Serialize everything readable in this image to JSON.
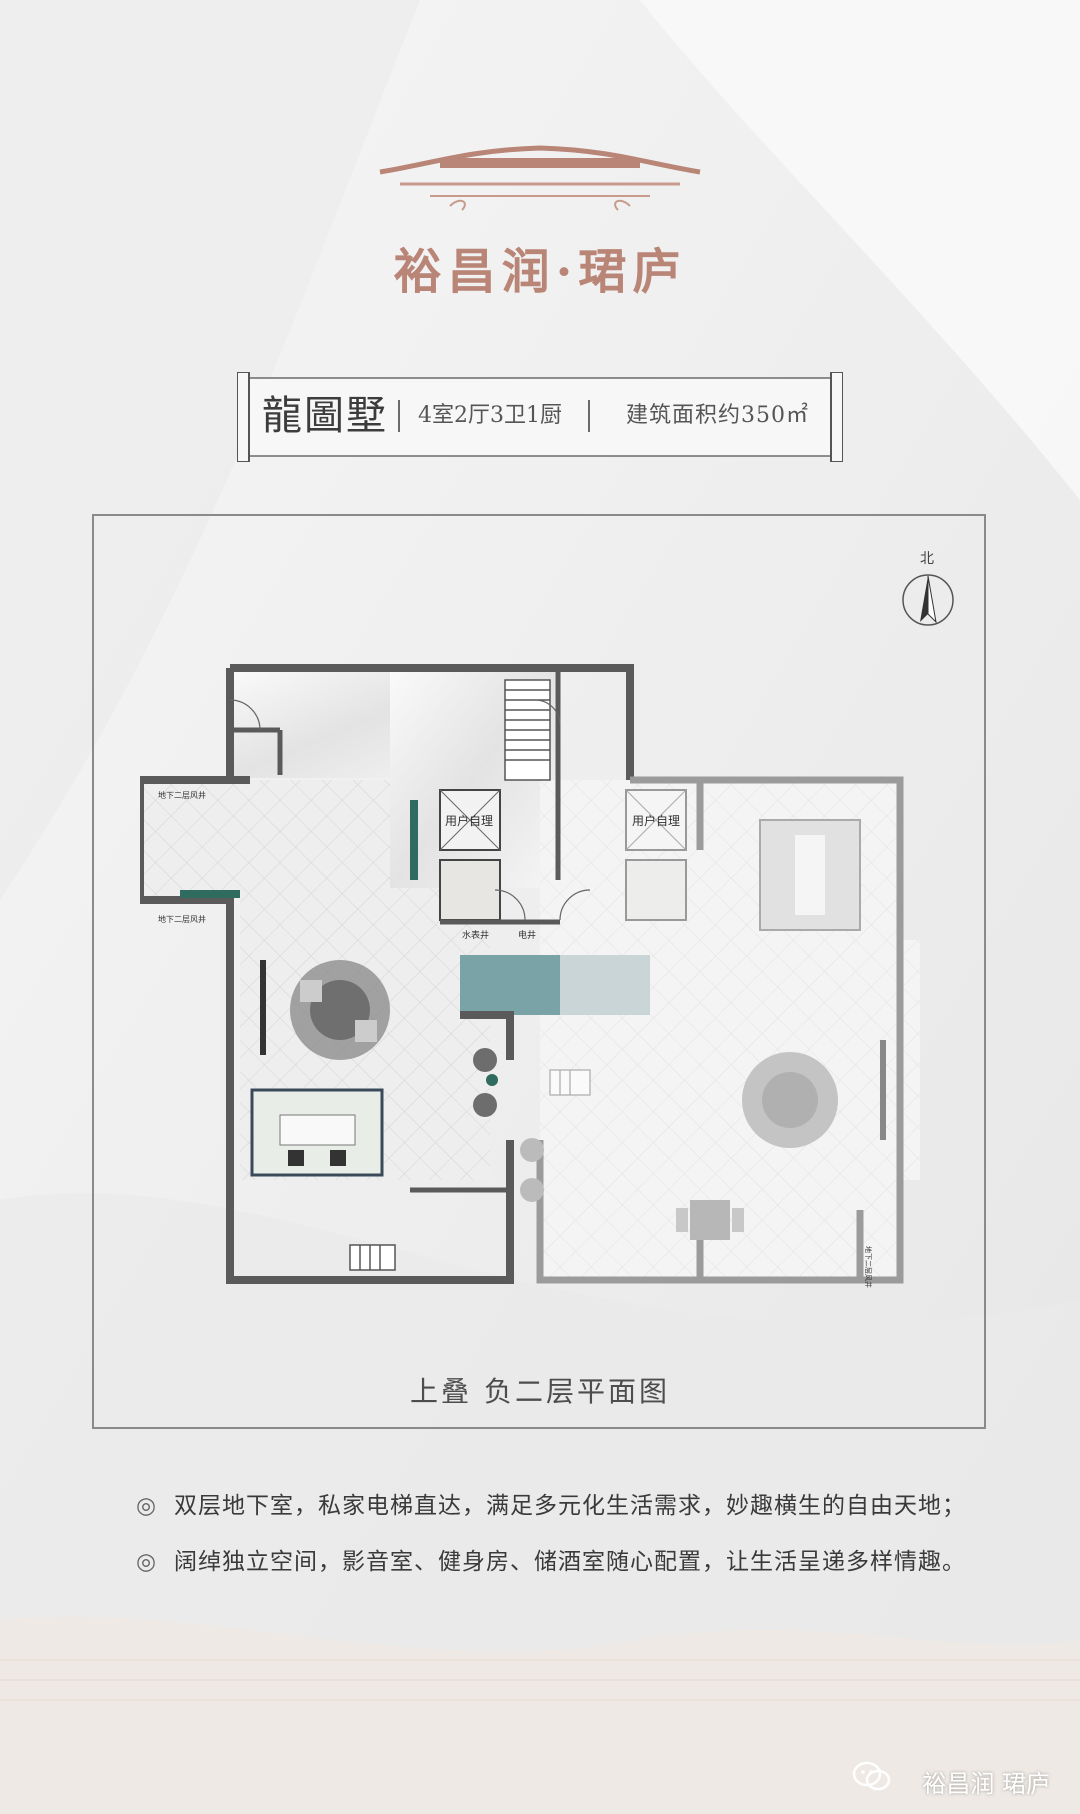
{
  "brand": {
    "title": "裕昌润·珺庐"
  },
  "banner": {
    "model_name": "龍圖墅",
    "rooms": "4室2厅3卫1厨",
    "area": "建筑面积约350㎡"
  },
  "plan": {
    "north_label": "北",
    "caption": "上叠 负二层平面图",
    "rooms": {
      "elevator_left": "用户自理",
      "elevator_right": "用户自理",
      "water_well": "水表井",
      "electric_well": "电井",
      "upper_label_1": "地下二层风井",
      "upper_label_2": "地下二层风井",
      "right_label": "地下二层风井"
    }
  },
  "description": {
    "line1": "双层地下室，私家电梯直达，满足多元化生活需求，妙趣横生的自由天地；",
    "line2": "阔绰独立空间，影音室、健身房、储酒室随心配置，让生活呈递多样情趣。",
    "bullet": "◎"
  },
  "watermark": {
    "text": "裕昌润 珺庐"
  },
  "colors": {
    "brand": "#b98576",
    "wall": "#5a5a5a",
    "accent_green": "#2f6b5e",
    "teal_block": "#7aa3a8"
  }
}
